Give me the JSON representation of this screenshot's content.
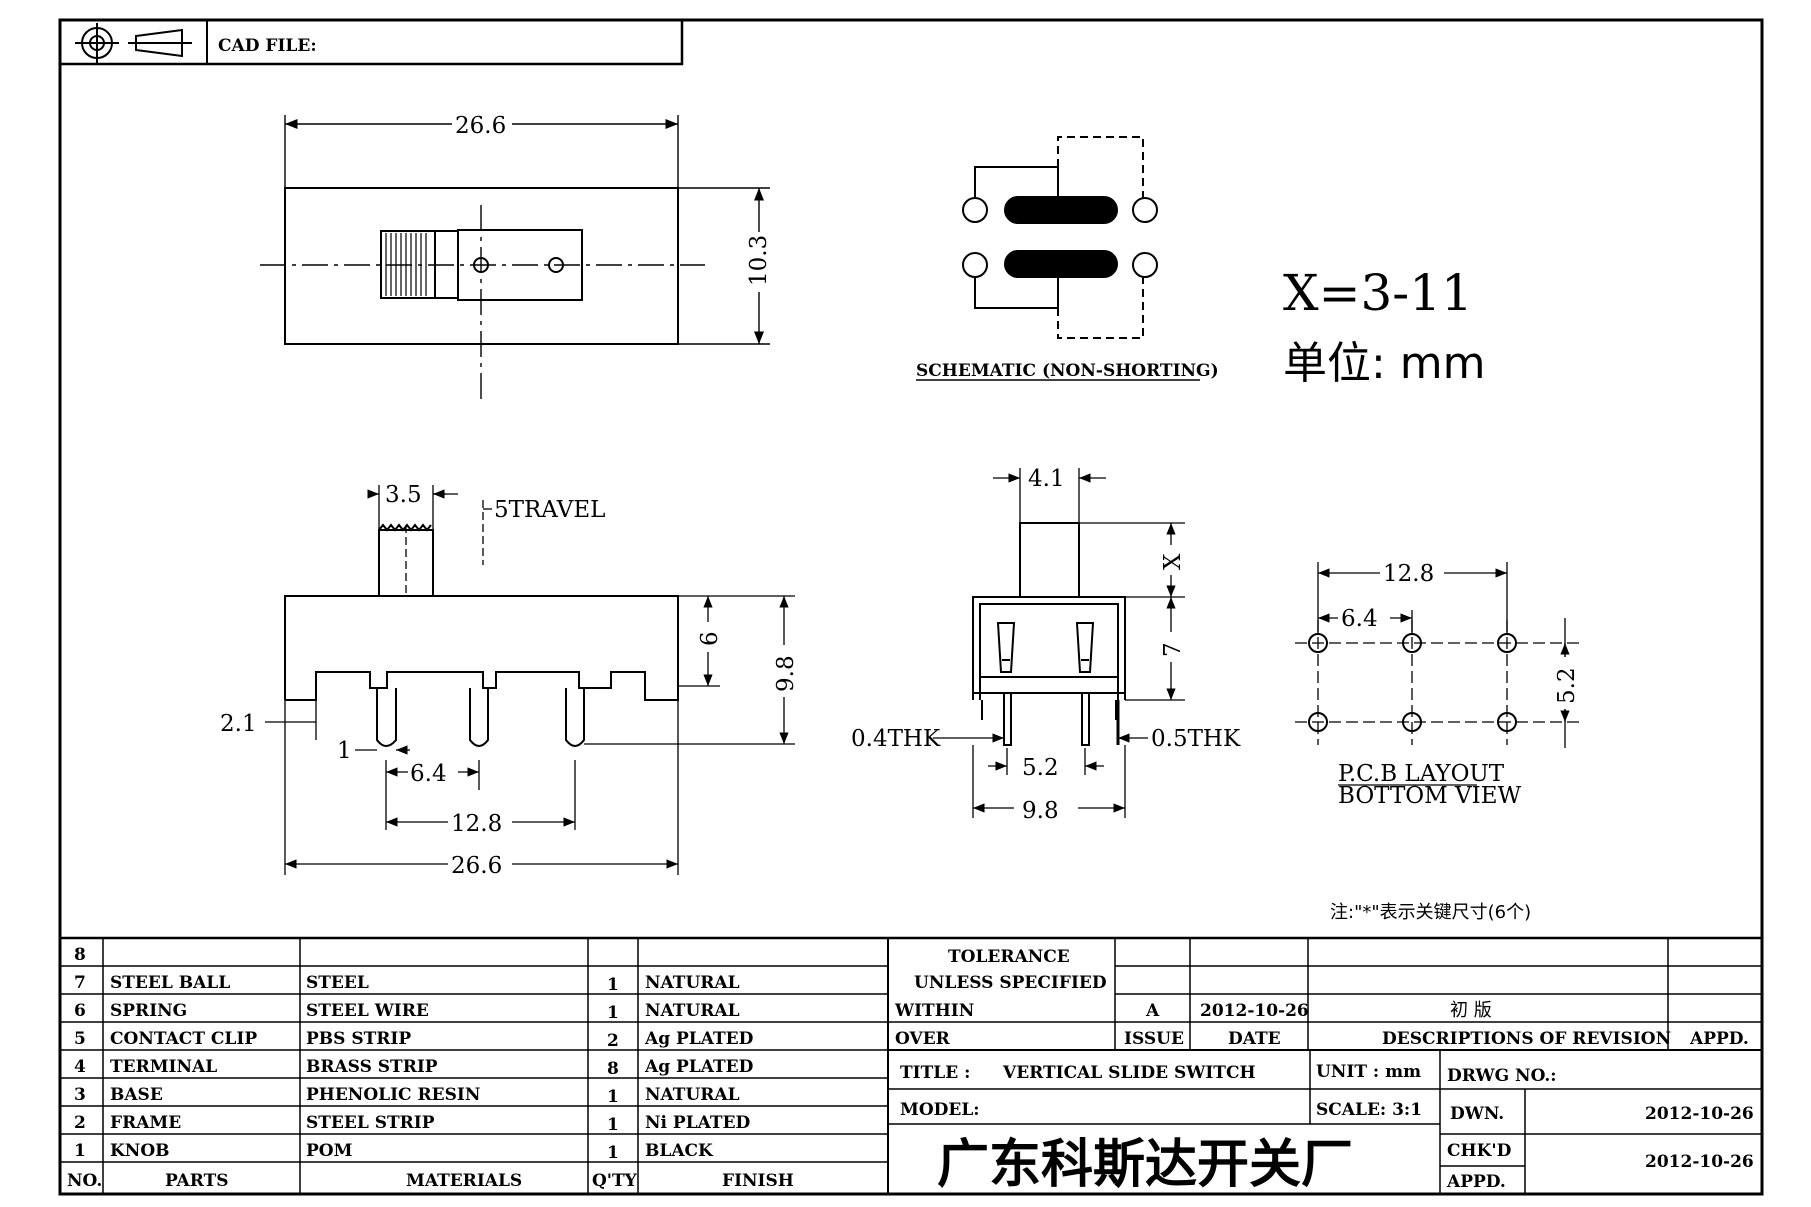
{
  "header": {
    "cad_file_label": "CAD FILE:"
  },
  "top_view": {
    "width": "26.6",
    "height": "10.3"
  },
  "schematic": {
    "caption": "SCHEMATIC (NON-SHORTING)"
  },
  "notes": {
    "x_range": "X=3-11",
    "unit": "单位: mm",
    "key_note": "注:\"*\"表示关键尺寸(6个)"
  },
  "side_view": {
    "knob": "3.5",
    "travel": "5TRAVEL",
    "d_6": "6",
    "d_9_8": "9.8",
    "d_2_1": "2.1",
    "d_1": "1",
    "d_6_4": "6.4",
    "d_12_8": "12.8",
    "d_26_6": "26.6"
  },
  "end_view": {
    "d_4_1": "4.1",
    "d_x": "X",
    "d_7": "7",
    "thk_left": "0.4THK",
    "thk_right": "0.5THK",
    "d_5_2": "5.2",
    "d_9_8": "9.8"
  },
  "pcb": {
    "d_12_8": "12.8",
    "d_6_4": "6.4",
    "d_5_2": "5.2",
    "caption_1": "P.C.B LAYOUT",
    "caption_2": "BOTTOM VIEW"
  },
  "bom": {
    "rows": [
      {
        "no": "8",
        "part": "",
        "material": "",
        "qty": "",
        "finish": ""
      },
      {
        "no": "7",
        "part": "STEEL BALL",
        "material": "STEEL",
        "qty": "1",
        "finish": "NATURAL"
      },
      {
        "no": "6",
        "part": "SPRING",
        "material": "STEEL WIRE",
        "qty": "1",
        "finish": "NATURAL"
      },
      {
        "no": "5",
        "part": "CONTACT CLIP",
        "material": "PBS STRIP",
        "qty": "2",
        "finish": "Ag PLATED"
      },
      {
        "no": "4",
        "part": "TERMINAL",
        "material": "BRASS STRIP",
        "qty": "8",
        "finish": "Ag PLATED"
      },
      {
        "no": "3",
        "part": "BASE",
        "material": "PHENOLIC RESIN",
        "qty": "1",
        "finish": "NATURAL"
      },
      {
        "no": "2",
        "part": "FRAME",
        "material": "STEEL STRIP",
        "qty": "1",
        "finish": "Ni PLATED"
      },
      {
        "no": "1",
        "part": "KNOB",
        "material": "POM",
        "qty": "1",
        "finish": "BLACK"
      }
    ],
    "headers": {
      "no": "NO.",
      "part": "PARTS",
      "material": "MATERIALS",
      "qty": "Q'TY",
      "finish": "FINISH"
    }
  },
  "tolerance": {
    "line1": "TOLERANCE",
    "line2": "UNLESS SPECIFIED",
    "within": "WITHIN",
    "over": "OVER"
  },
  "revision": {
    "issue_value": "A",
    "date_value": "2012-10-26",
    "desc_value": "初 版",
    "issue_label": "ISSUE",
    "date_label": "DATE",
    "desc_label": "DESCRIPTIONS OF REVISION",
    "appd_label": "APPD."
  },
  "title_block": {
    "title_label": "TITLE :",
    "title_value": "VERTICAL SLIDE SWITCH",
    "unit": "UNIT : mm",
    "drwg_no": "DRWG NO.:",
    "model": "MODEL:",
    "scale": "SCALE: 3:1",
    "company": "广东科斯达开关厂",
    "dwn": "DWN.",
    "dwn_date": "2012-10-26",
    "chkd": "CHK'D",
    "chkd_date": "2012-10-26",
    "appd": "APPD."
  }
}
